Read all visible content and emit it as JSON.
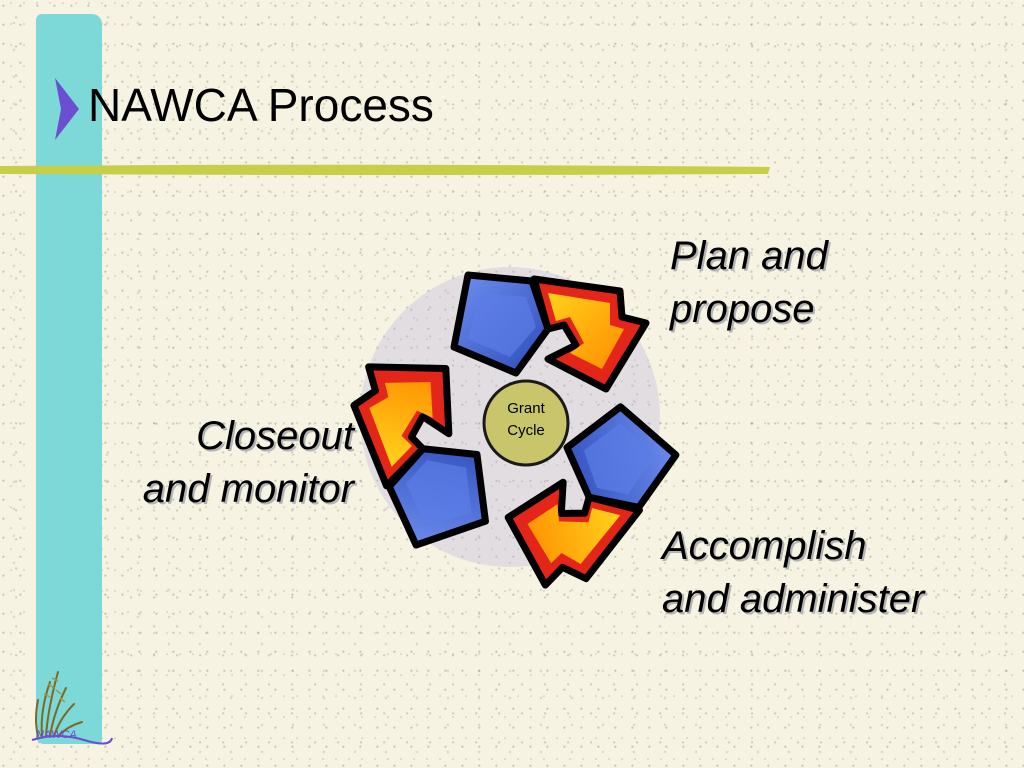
{
  "slide": {
    "title": "NAWCA Process"
  },
  "diagram": {
    "center": {
      "line1": "Grant",
      "line2": "Cycle"
    },
    "stages": [
      {
        "line1": "Plan and",
        "line2": "propose"
      },
      {
        "line1": "Accomplish",
        "line2": "and administer"
      },
      {
        "line1": "Closeout",
        "line2": "and monitor"
      }
    ]
  },
  "logo": {
    "text": "NAWCA"
  },
  "colors": {
    "accent_bar": "#7dd8d8",
    "title_rule": "#c6cf47",
    "chevron": "#6a4fd0",
    "arrow_orange": "#ff9a00",
    "arrow_red": "#e4261a",
    "arrow_blue": "#4a6fd8",
    "center_fill": "#c9c56a"
  }
}
